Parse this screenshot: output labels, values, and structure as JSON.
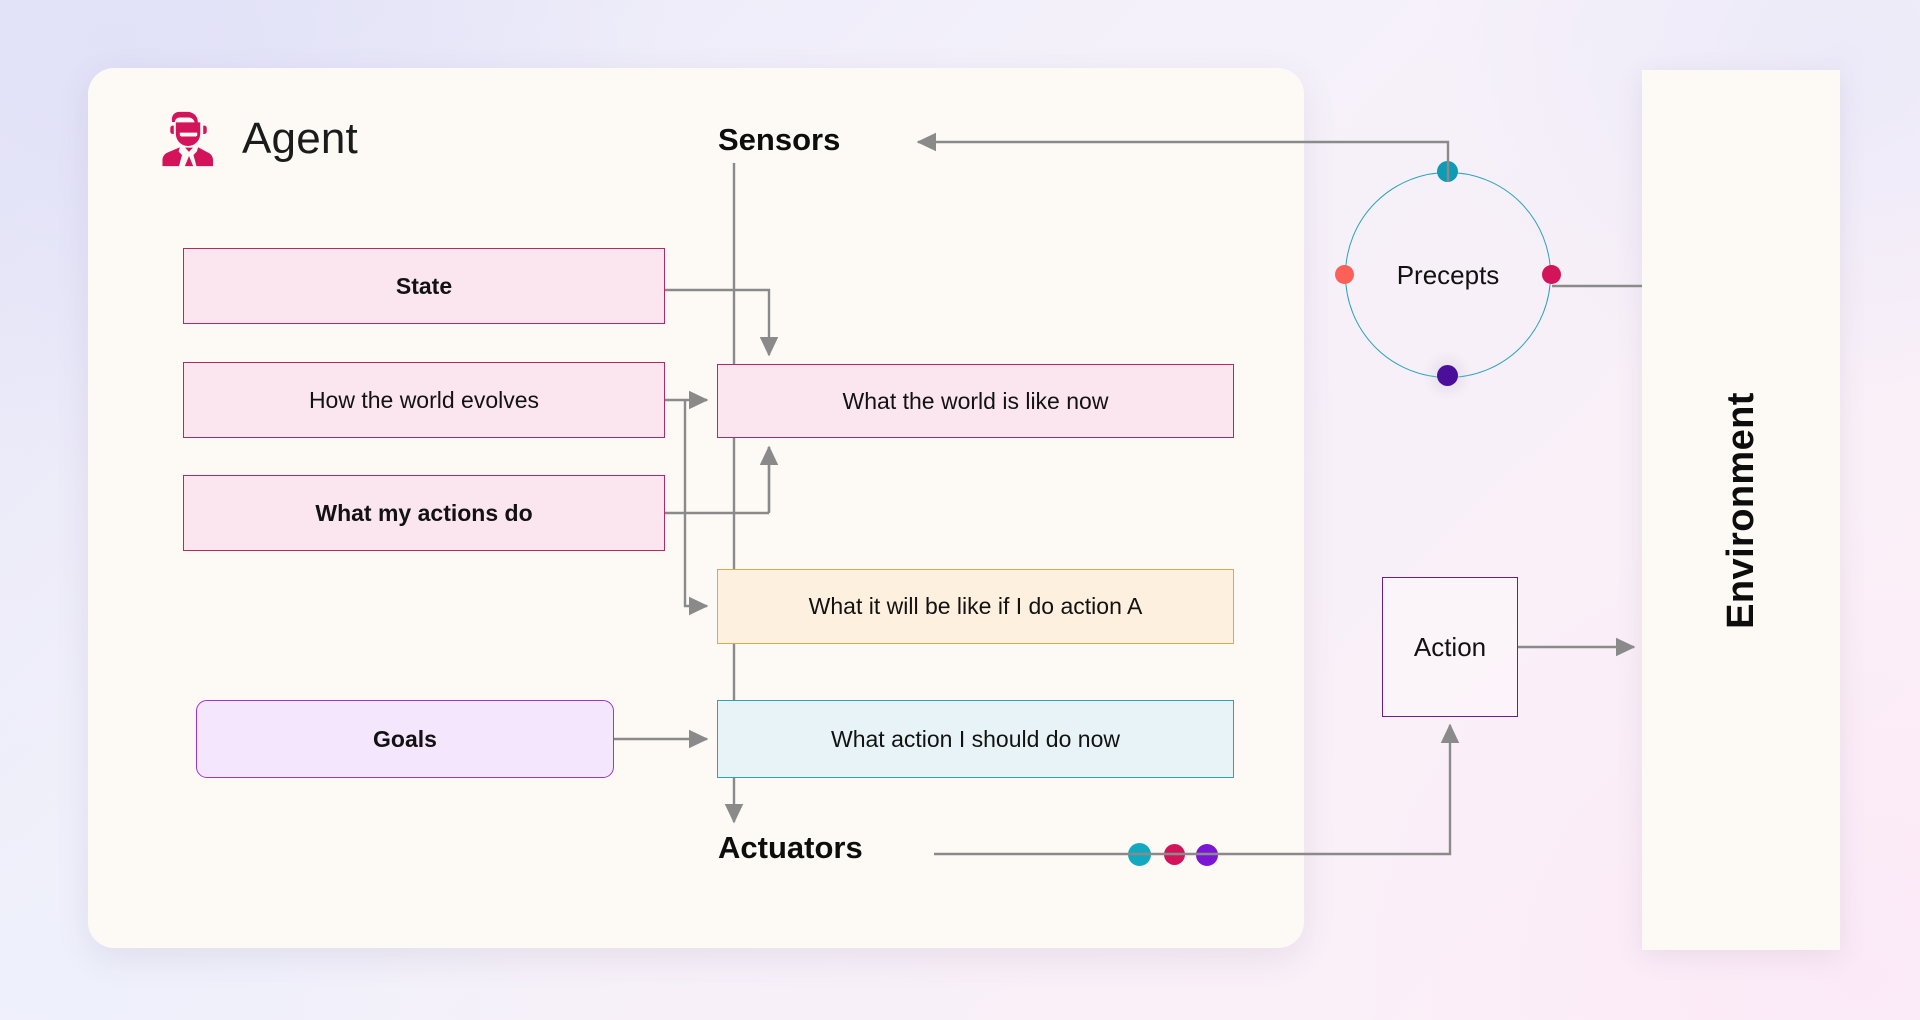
{
  "agent": {
    "title": "Agent",
    "icon": "agent-detective-icon"
  },
  "headings": {
    "sensors": "Sensors",
    "actuators": "Actuators"
  },
  "environment": {
    "label": "Environment"
  },
  "precepts": {
    "label": "Precepts",
    "dots": [
      {
        "name": "dot-top",
        "color": "#0e9bb5"
      },
      {
        "name": "dot-left",
        "color": "#fb6158"
      },
      {
        "name": "dot-right",
        "color": "#d4145a"
      },
      {
        "name": "dot-bottom",
        "color": "#4b0f9c"
      }
    ]
  },
  "action": {
    "label": "Action"
  },
  "actuator_dots": [
    {
      "name": "actuator-dot-1",
      "color": "#12a9c0"
    },
    {
      "name": "actuator-dot-2",
      "color": "#d4145a"
    },
    {
      "name": "actuator-dot-3",
      "color": "#7b16d6"
    }
  ],
  "knowledge_boxes": [
    {
      "label": "State",
      "color": "pink"
    },
    {
      "label": "How the world evolves",
      "color": "pink"
    },
    {
      "label": "What my actions do",
      "color": "pink"
    },
    {
      "label": "Goals",
      "color": "purple"
    }
  ],
  "reasoning_boxes": [
    {
      "label": "What the world is like now",
      "color": "pink"
    },
    {
      "label": "What it will be like if I do action A",
      "color": "orange"
    },
    {
      "label": "What action I should do now",
      "color": "cyan"
    }
  ],
  "colors": {
    "pink_fill": "#fbe6ef",
    "pink_border": "#b02a63",
    "orange_fill": "#fdf0df",
    "orange_border": "#e0a948",
    "cyan_fill": "#e7f3f6",
    "cyan_border": "#2ba3bd",
    "purple_fill": "#f4e6fc",
    "purple_border": "#9b36d6",
    "card_bg": "#fdf9f5",
    "wire": "#8a8a8a"
  }
}
